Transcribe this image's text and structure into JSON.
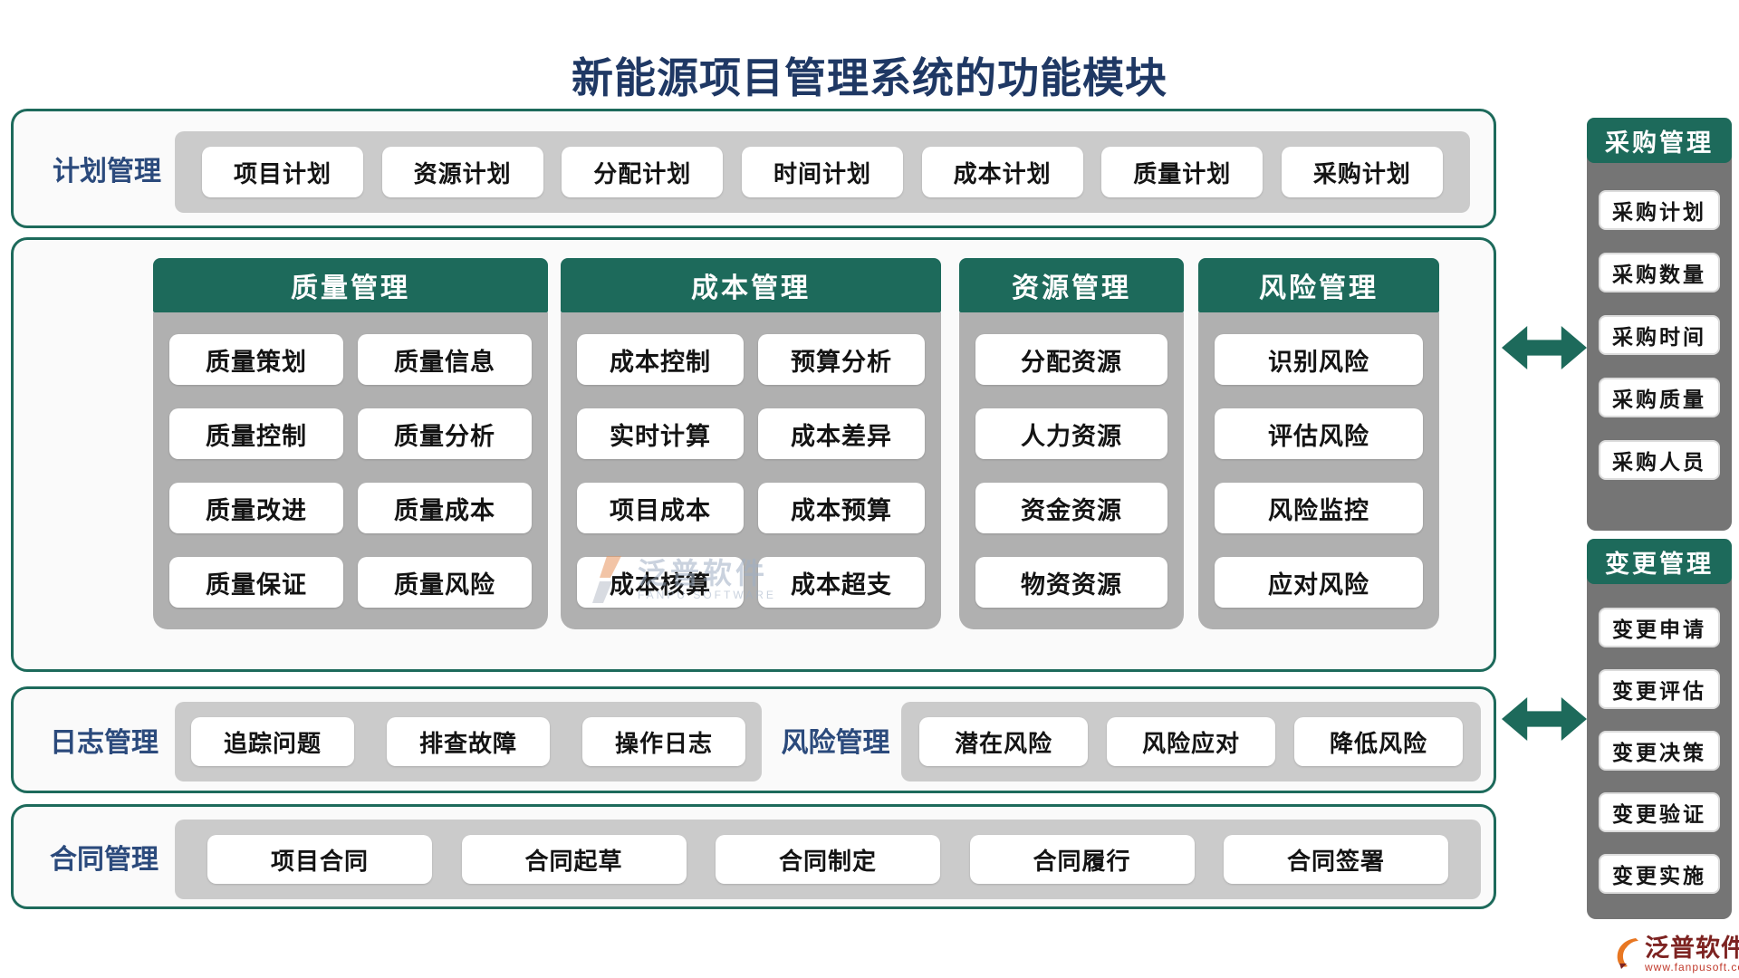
{
  "title": "新能源项目管理系统的功能模块",
  "colors": {
    "teal_accent": "#1d6a5b",
    "navy_text": "#1f3864",
    "tray_gray": "#cbcbcb",
    "column_gray": "#b0b0b0",
    "sidebar_gray": "#757575",
    "brand_red": "#7d2321"
  },
  "plan": {
    "label": "计划管理",
    "items": [
      "项目计划",
      "资源计划",
      "分配计划",
      "时间计划",
      "成本计划",
      "质量计划",
      "采购计划"
    ]
  },
  "quality": {
    "header": "质量管理",
    "items": [
      "质量策划",
      "质量信息",
      "质量控制",
      "质量分析",
      "质量改进",
      "质量成本",
      "质量保证",
      "质量风险"
    ]
  },
  "cost": {
    "header": "成本管理",
    "items": [
      "成本控制",
      "预算分析",
      "实时计算",
      "成本差异",
      "项目成本",
      "成本预算",
      "成本核算",
      "成本超支"
    ]
  },
  "resource": {
    "header": "资源管理",
    "items": [
      "分配资源",
      "人力资源",
      "资金资源",
      "物资资源"
    ]
  },
  "risk": {
    "header": "风险管理",
    "items": [
      "识别风险",
      "评估风险",
      "风险监控",
      "应对风险"
    ]
  },
  "log": {
    "label": "日志管理",
    "items": [
      "追踪问题",
      "排查故障",
      "操作日志"
    ]
  },
  "risk2": {
    "label": "风险管理",
    "items": [
      "潜在风险",
      "风险应对",
      "降低风险"
    ]
  },
  "contract": {
    "label": "合同管理",
    "items": [
      "项目合同",
      "合同起草",
      "合同制定",
      "合同履行",
      "合同签署"
    ]
  },
  "sidebar": {
    "procurement": {
      "header": "采购管理",
      "items": [
        "采购计划",
        "采购数量",
        "采购时间",
        "采购质量",
        "采购人员"
      ]
    },
    "change": {
      "header": "变更管理",
      "items": [
        "变更申请",
        "变更评估",
        "变更决策",
        "变更验证",
        "变更实施"
      ]
    }
  },
  "watermark": {
    "name": "泛普软件",
    "subtitle": "FANPU SOFTWARE"
  },
  "footer": {
    "brand": "泛普软件",
    "url": "www.fanpusoft.com"
  }
}
